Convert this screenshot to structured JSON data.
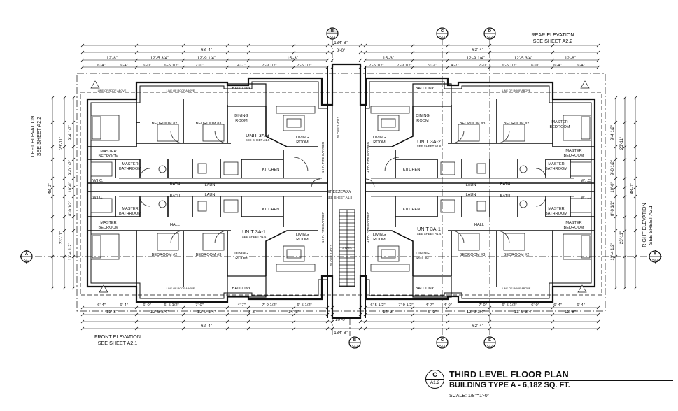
{
  "plan": {
    "title": "THIRD LEVEL FLOOR PLAN",
    "subtitle": "BUILDING TYPE A - 6,182 SQ. FT.",
    "scale": "SCALE: 1/8\"=1'-0\"",
    "sheet_letter": "C",
    "sheet_number": "A1.2"
  },
  "elevations": {
    "rear": [
      "REAR ELEVATION",
      "SEE SHEET A2.2"
    ],
    "front": [
      "FRONT ELEVATION",
      "SEE SHEET A2.1"
    ],
    "left": [
      "LEFT ELEVATION",
      "SEE SHEET A2.2"
    ],
    "right": [
      "RIGHT ELEVATION",
      "SEE SHEET A2.1"
    ]
  },
  "markers": {
    "top": [
      {
        "letter": "B",
        "sheet": "A3.1"
      },
      {
        "letter": "C",
        "sheet": "A3.1"
      },
      {
        "letter": "D",
        "sheet": "A3.2"
      }
    ],
    "bottom": [
      {
        "letter": "B",
        "sheet": "A3.1"
      },
      {
        "letter": "C",
        "sheet": "A3.1"
      },
      {
        "letter": "E",
        "sheet": "A3.2"
      }
    ],
    "left": {
      "letter": "A",
      "sheet": "A3.1"
    },
    "right": {
      "letter": "A",
      "sheet": "A3.1"
    }
  },
  "dimensions": {
    "overall": "134'-8\"",
    "half": "63'-4\"",
    "half_bottom": "62'-4\"",
    "center_top": "8'-0\"",
    "center_bottom": "10'-0\"",
    "top_left": [
      "12'-8\"",
      "12'-5 3/4\"",
      "12'-9 1/4\"",
      "15'-3\""
    ],
    "top_right": [
      "15'-3\"",
      "12'-9 1/4\"",
      "12'-5 3/4\"",
      "12'-8\""
    ],
    "top_left_sub": [
      "6'-4\"",
      "6'-4\"",
      "6'-0\"",
      "6'-5 1/2\"",
      "7'-0\"",
      "4'-7\"",
      "7'-9 1/2\"",
      "7'-5 1/2\""
    ],
    "top_right_sub": [
      "7'-5 1/2\"",
      "7'-9 1/2\"",
      "9'-2\"",
      "4'-7\"",
      "7'-0\"",
      "6'-5 1/2\"",
      "6'-0\"",
      "6'-4\"",
      "6'-4\""
    ],
    "bottom_left": [
      "12'-8\"",
      "12'-5 3/4\"",
      "12'-9 1/4\"",
      "9'-2\"",
      "14'-3\""
    ],
    "bottom_right": [
      "14'-3\"",
      "9'-2\"",
      "12'-9 1/4\"",
      "12'-5 3/4\"",
      "12'-8\""
    ],
    "bottom_left_sub": [
      "6'-4\"",
      "6'-4\"",
      "6'-0\"",
      "6'-5 1/2\"",
      "7'-0\"",
      "4'-7\"",
      "7'-9 1/2\"",
      "6'-5 1/2\""
    ],
    "bottom_right_sub": [
      "6'-5 1/2\"",
      "7'-9 1/2\"",
      "4'-7\"",
      "4'-0\"",
      "7'-0\"",
      "6'-5 1/2\"",
      "6'-0\"",
      "6'-4\"",
      "6'-4\""
    ],
    "side_overall": "48'-0\"",
    "side_left": [
      "23'-11\"",
      "9'-4 1/2\"",
      "9'-0 1/2\"",
      "10'-0\"",
      "8'-0 1/2\"",
      "13'-4 1/2\"",
      "23'-11\""
    ],
    "side_right": [
      "23'-11\"",
      "9'-4 1/2\"",
      "9'-0 1/2\"",
      "10'-0\"",
      "8'-0 1/2\"",
      "13'-4 1/2\"",
      "23'-11\""
    ]
  },
  "units": {
    "u3a3": {
      "name": "UNIT 3A-3",
      "sheet": "SEE SHEET A1.5"
    },
    "u3a2": {
      "name": "UNIT 3A-2",
      "sheet": "SEE SHEET A1.6"
    },
    "u3a1l": {
      "name": "UNIT 3A-1",
      "sheet": "SEE SHEET A1.4"
    },
    "u3a1r": {
      "name": "UNIT 3A-1",
      "sheet": "SEE SHEET A1.4"
    }
  },
  "rooms": {
    "balcony": "BALCONY",
    "dining": [
      "DINING",
      "ROOM"
    ],
    "living": [
      "LIVING",
      "ROOM"
    ],
    "kitchen": "KITCHEN",
    "bedroom2": "BEDROOM #2",
    "bedroom3": "BEDROOM #3",
    "master_bedroom": [
      "MASTER",
      "BEDROOM"
    ],
    "master_bathroom": [
      "MASTER",
      "BATHROOM"
    ],
    "wic": "W.I.C.",
    "bath": "BATH",
    "laun": "LAUN",
    "hall": "HALL",
    "breezeway": "BREEZEWAY",
    "breezeway_sheet": "SEE SHEET A1.8",
    "stair": "STAIR",
    "fire_barrier": "1 HR. FIRE BARRIER",
    "slope": "SLOPE 1/4\"/12",
    "line_above": "LINE OF ROOF ABOVE"
  }
}
